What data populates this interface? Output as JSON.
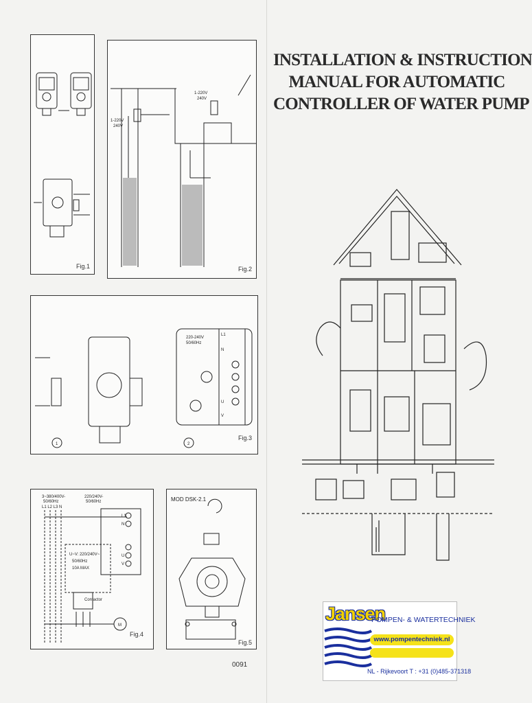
{
  "title": {
    "line1": "INSTALLATION & INSTRUCTION",
    "line2": "MANUAL FOR AUTOMATIC",
    "line3": "CONTROLLER OF WATER PUMP"
  },
  "figures": {
    "fig1": {
      "label": "Fig.1"
    },
    "fig2": {
      "label": "Fig.2",
      "voltage_a": "1-220V",
      "voltage_a2": "240V",
      "voltage_b": "1-220V",
      "voltage_b2": "240V"
    },
    "fig3": {
      "label": "Fig.3",
      "spec1": "220-240V",
      "spec2": "50/60Hz",
      "terminals": [
        "L1",
        "N",
        "U",
        "V"
      ],
      "callouts": [
        "1",
        "2"
      ]
    },
    "fig4": {
      "label": "Fig.4",
      "supply1": "3~380/400V-",
      "supply1b": "50/60Hz",
      "phases": "L1 L2 L3 N",
      "supply2": "220/240V-",
      "supply2b": "50/60Hz",
      "terminals": [
        "L1",
        "N",
        "U",
        "V"
      ],
      "spec_l1": "U~V: 220/240V~",
      "spec_l2": "50/60Hz",
      "spec_l3": "10A  MAX",
      "contactor": "Contactor",
      "motor": "M"
    },
    "fig5": {
      "label": "Fig.5",
      "model": "MOD DSK-2.1"
    }
  },
  "doc_number": "0091",
  "logo": {
    "brand": "Jansen",
    "subtitle": "POMPEN- & WATERTECHNIEK",
    "url": "www.pompentechniek.nl",
    "address": "NL - Rijkevoort  T : +31 (0)485-371318",
    "colors": {
      "blue": "#1a2f9e",
      "yellow": "#f2d200"
    }
  }
}
